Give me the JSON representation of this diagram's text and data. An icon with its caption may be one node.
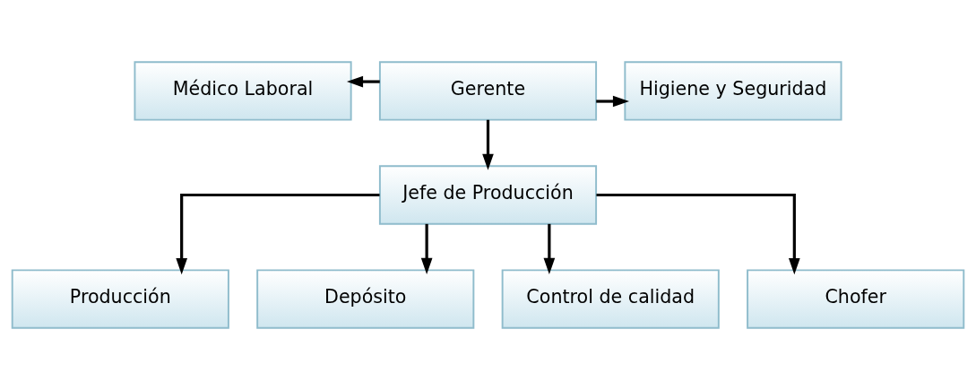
{
  "diagram": {
    "nodes": [
      {
        "text": [
          "Gerente"
        ]
      },
      {
        "text": [
          "Médico Laboral"
        ]
      },
      {
        "text": [
          "Higiene y Seguridad"
        ]
      },
      {
        "text": [
          "Jefe de Producción"
        ]
      },
      {
        "text": [
          "Producción"
        ]
      },
      {
        "text": [
          "Depósito"
        ]
      },
      {
        "text": [
          "Control de calidad"
        ]
      },
      {
        "text": [
          "Chofer"
        ]
      }
    ],
    "edges": [
      {
        "from": 0,
        "to": 1,
        "arrow": "to"
      },
      {
        "from": 0,
        "to": 2,
        "arrow": "to"
      },
      {
        "from": 0,
        "to": 3,
        "arrow": "to"
      },
      {
        "from": 3,
        "to": 4,
        "arrow": "to"
      },
      {
        "from": 3,
        "to": 5,
        "arrow": "to"
      },
      {
        "from": 3,
        "to": 6,
        "arrow": "to"
      },
      {
        "from": 3,
        "to": 7,
        "arrow": "to"
      }
    ]
  }
}
